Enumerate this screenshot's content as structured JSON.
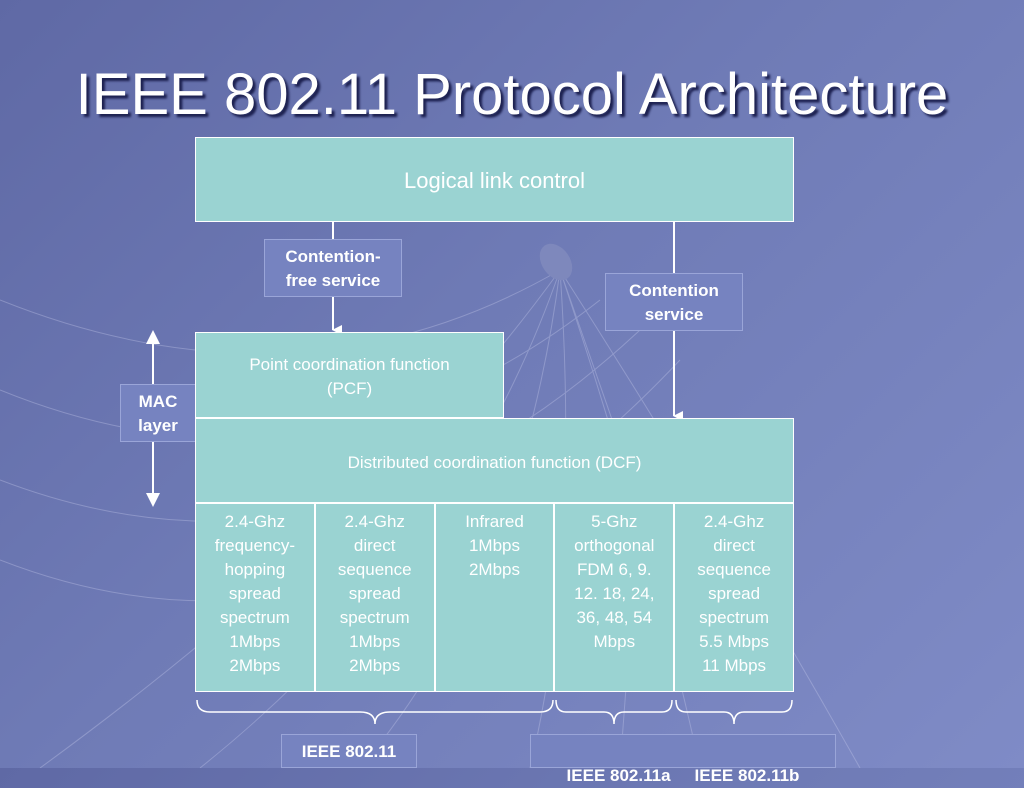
{
  "title": "IEEE 802.11 Protocol Architecture",
  "llc": "Logical link control",
  "contention_free": "Contention-\nfree service",
  "contention": "Contention\nservice",
  "mac": "MAC\nlayer",
  "pcf": "Point coordination function\n(PCF)",
  "dcf": "Distributed coordination function (DCF)",
  "phy": [
    "2.4-Ghz\nfrequency-\nhopping\nspread\nspectrum\n1Mbps\n2Mbps",
    "2.4-Ghz\ndirect\nsequence\nspread\nspectrum\n1Mbps\n2Mbps",
    "Infrared\n1Mbps\n2Mbps",
    "5-Ghz\northogonal\nFDM 6, 9.\n12. 18, 24,\n36, 48, 54\nMbps",
    "2.4-Ghz\ndirect\nsequence\nspread\nspectrum\n5.5 Mbps\n11 Mbps"
  ],
  "standards": {
    "a": "IEEE 802.11",
    "b": "IEEE 802.11a",
    "c": "IEEE 802.11b"
  },
  "colors": {
    "box_fill": "#9ad3d2",
    "label_fill": "#7683c0",
    "background": "#6f7bb6"
  }
}
